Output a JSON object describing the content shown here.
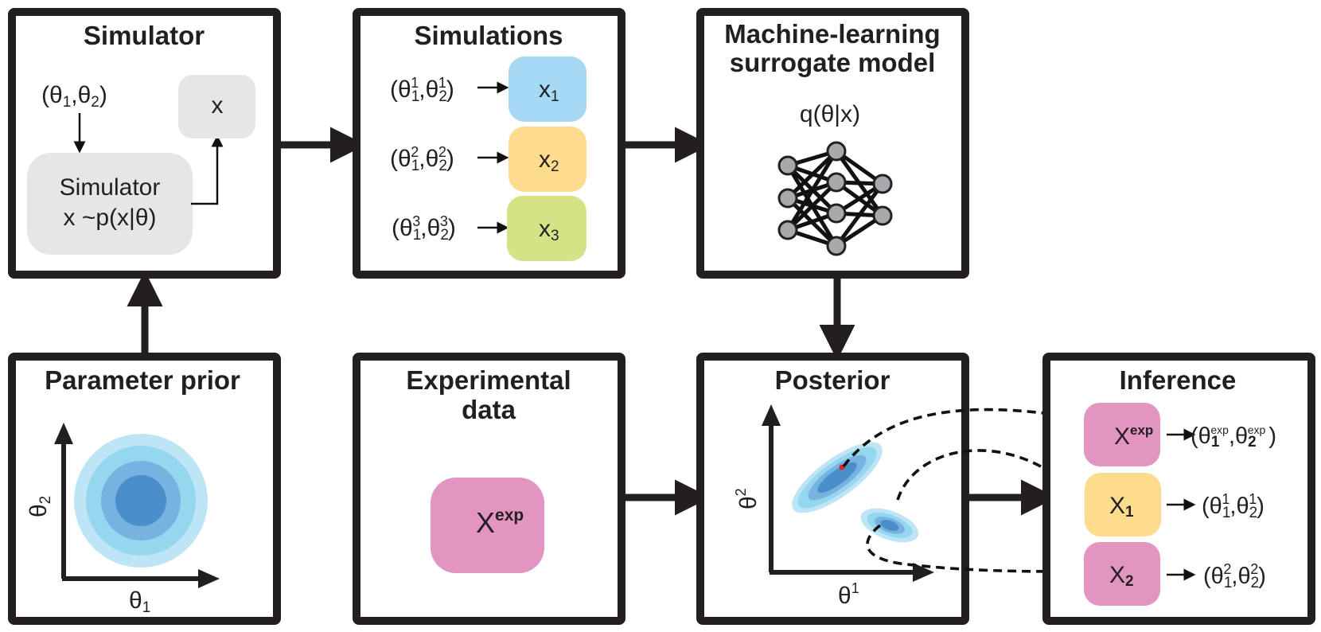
{
  "colors": {
    "outline": "#231f20",
    "gray_box": "#e6e6e6",
    "blue_box": "#a6d9f4",
    "yellow_box": "#fedc8e",
    "green_box": "#d5e286",
    "pink_box": "#e295c1",
    "contour_levels": [
      "#bde5f5",
      "#94d7ef",
      "#78b2e0",
      "#4a8ecb"
    ],
    "point_marker": "#e31e24"
  },
  "panels": {
    "simulator": {
      "title": "Simulator",
      "params_label": "(θ₁,θ₂)",
      "sim_box_line1": "Simulator",
      "sim_box_line2": "x ~p(x|θ)",
      "output_label": "x"
    },
    "simulations": {
      "title": "Simulations",
      "rows": [
        {
          "params": "(θ¹₁,θ¹₂)",
          "output": "x",
          "index": "1",
          "color": "blue"
        },
        {
          "params": "(θ²₁,θ²₂)",
          "output": "x",
          "index": "2",
          "color": "yellow"
        },
        {
          "params": "(θ³₁,θ³₂)",
          "output": "x",
          "index": "3",
          "color": "green"
        }
      ]
    },
    "surrogate": {
      "title_line1": "Machine-learning",
      "title_line2": "surrogate model",
      "formula": "q(θ|x)",
      "network_layers": [
        3,
        4,
        2
      ]
    },
    "prior": {
      "title": "Parameter prior",
      "x_axis_label": "θ₁",
      "y_axis_label": "θ₂"
    },
    "experimental": {
      "title_line1": "Experimental",
      "title_line2": "data",
      "data_label": "X",
      "data_sup": "exp"
    },
    "posterior": {
      "title": "Posterior",
      "x_axis_label": "θ¹",
      "y_axis_label": "θ²"
    },
    "inference": {
      "title": "Inference",
      "rows": [
        {
          "input": "X",
          "input_mark": "exp",
          "output": "(θ₁ᵉˣᵖ,θ₂ᵉˣᵖ)",
          "color": "pink"
        },
        {
          "input": "X",
          "input_mark": "1",
          "output": "(θ¹₁,θ¹₂)",
          "color": "yellow"
        },
        {
          "input": "X",
          "input_mark": "2",
          "output": "(θ²₁,θ²₂)",
          "color": "pink"
        }
      ]
    }
  },
  "t": {
    "theta": "θ",
    "open": "(",
    "close": ")",
    "comma": ",",
    "one": "1",
    "two": "2",
    "three": "3",
    "exp": "exp",
    "x": "x",
    "X": "X"
  }
}
